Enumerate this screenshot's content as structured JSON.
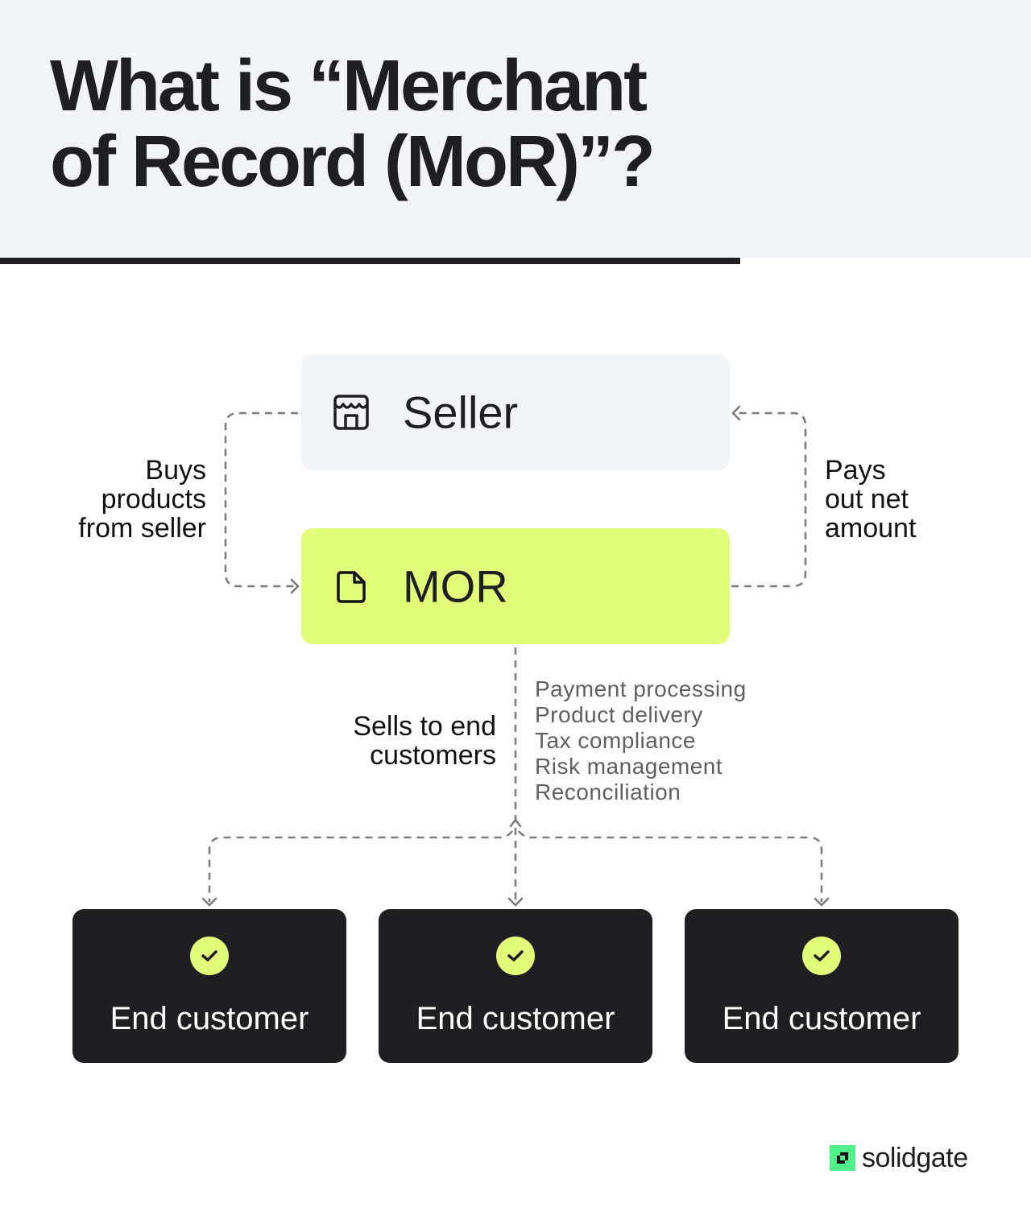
{
  "header": {
    "title_line1": "What is “Merchant",
    "title_line2": "of Record (MoR)”?"
  },
  "nodes": {
    "seller": {
      "label": "Seller",
      "icon": "store-icon"
    },
    "mor": {
      "label": "MOR",
      "icon": "file-icon"
    }
  },
  "flows": {
    "buys": "Buys products from seller",
    "buys_lines": [
      "Buys",
      "products",
      "from seller"
    ],
    "pays_lines": [
      "Pays",
      "out net",
      "amount"
    ],
    "sells_lines": [
      "Sells to end",
      "customers"
    ]
  },
  "services": [
    "Payment processing",
    "Product delivery",
    "Tax compliance",
    "Risk management",
    "Reconciliation"
  ],
  "customers": [
    {
      "label": "End customer",
      "icon": "check-circle-icon"
    },
    {
      "label": "End customer",
      "icon": "check-circle-icon"
    },
    {
      "label": "End customer",
      "icon": "check-circle-icon"
    }
  ],
  "brand": {
    "name": "solidgate"
  },
  "colors": {
    "accent_lime": "#e2fd7a",
    "dark": "#1f1f22",
    "light_panel": "#f3f4f8",
    "brand_green": "#4ff08a",
    "connector_gray": "#7a7a7a"
  }
}
